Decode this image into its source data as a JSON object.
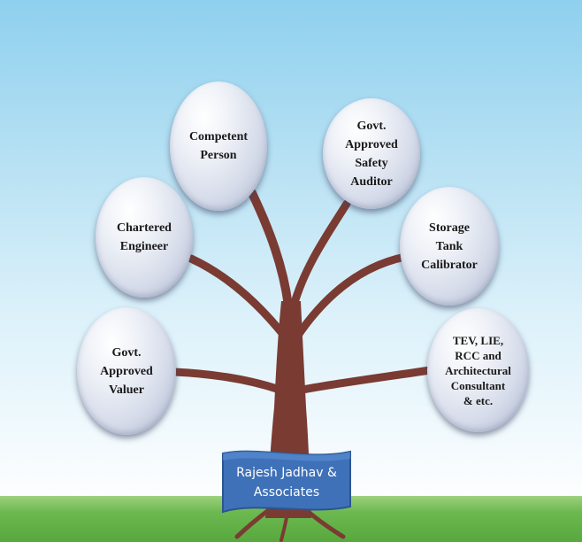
{
  "diagram": {
    "colors": {
      "trunk": "#7a3b33",
      "node_text": "#1a1a1a",
      "banner_fill": "#3f71b8",
      "banner_text": "#ffffff",
      "grass": "#5aa93f",
      "sky": "#8ed0ee"
    },
    "nodes": {
      "competent_person": "Competent\nPerson",
      "safety_auditor": "Govt.\nApproved\nSafety\nAuditor",
      "chartered_engineer": "Chartered\nEngineer",
      "storage_tank_calibrator": "Storage\nTank\nCalibrator",
      "approved_valuer": "Govt.\nApproved\nValuer",
      "tev_consultant": "TEV, LIE,\nRCC and\nArchitectural\nConsultant\n& etc."
    },
    "banner": {
      "label": "Rajesh Jadhav &\nAssociates"
    }
  }
}
